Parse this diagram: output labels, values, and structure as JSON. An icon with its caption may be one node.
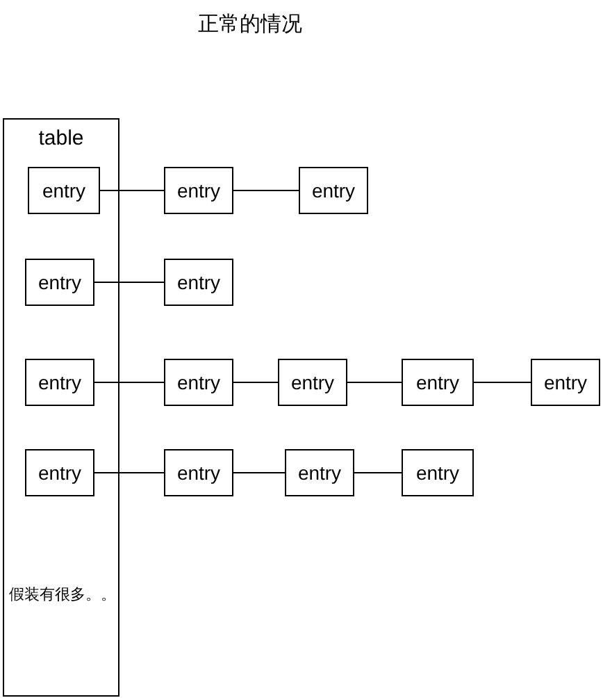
{
  "diagram": {
    "title": "正常的情况",
    "nodes": [
      {
        "text": [
          "table"
        ]
      },
      {
        "text": [
          "entry"
        ],
        "in": 0
      },
      {
        "text": [
          "entry"
        ]
      },
      {
        "text": [
          "entry"
        ]
      },
      {
        "text": [
          "entry"
        ],
        "in": 0
      },
      {
        "text": [
          "entry"
        ]
      },
      {
        "text": [
          "entry"
        ],
        "in": 0
      },
      {
        "text": [
          "entry"
        ]
      },
      {
        "text": [
          "entry"
        ]
      },
      {
        "text": [
          "entry"
        ]
      },
      {
        "text": [
          "entry"
        ]
      },
      {
        "text": [
          "entry"
        ],
        "in": 0
      },
      {
        "text": [
          "entry"
        ]
      },
      {
        "text": [
          "entry"
        ]
      },
      {
        "text": [
          "entry"
        ]
      }
    ],
    "edges": [
      {
        "from": 1,
        "to": 2,
        "arrow": "none"
      },
      {
        "from": 2,
        "to": 3,
        "arrow": "none"
      },
      {
        "from": 4,
        "to": 5,
        "arrow": "none"
      },
      {
        "from": 6,
        "to": 7,
        "arrow": "none"
      },
      {
        "from": 7,
        "to": 8,
        "arrow": "none"
      },
      {
        "from": 8,
        "to": 9,
        "arrow": "none"
      },
      {
        "from": 9,
        "to": 10,
        "arrow": "none"
      },
      {
        "from": 11,
        "to": 12,
        "arrow": "none"
      },
      {
        "from": 12,
        "to": 13,
        "arrow": "none"
      },
      {
        "from": 13,
        "to": 14,
        "arrow": "none"
      }
    ],
    "labels": [
      "假装有很多。。"
    ]
  }
}
